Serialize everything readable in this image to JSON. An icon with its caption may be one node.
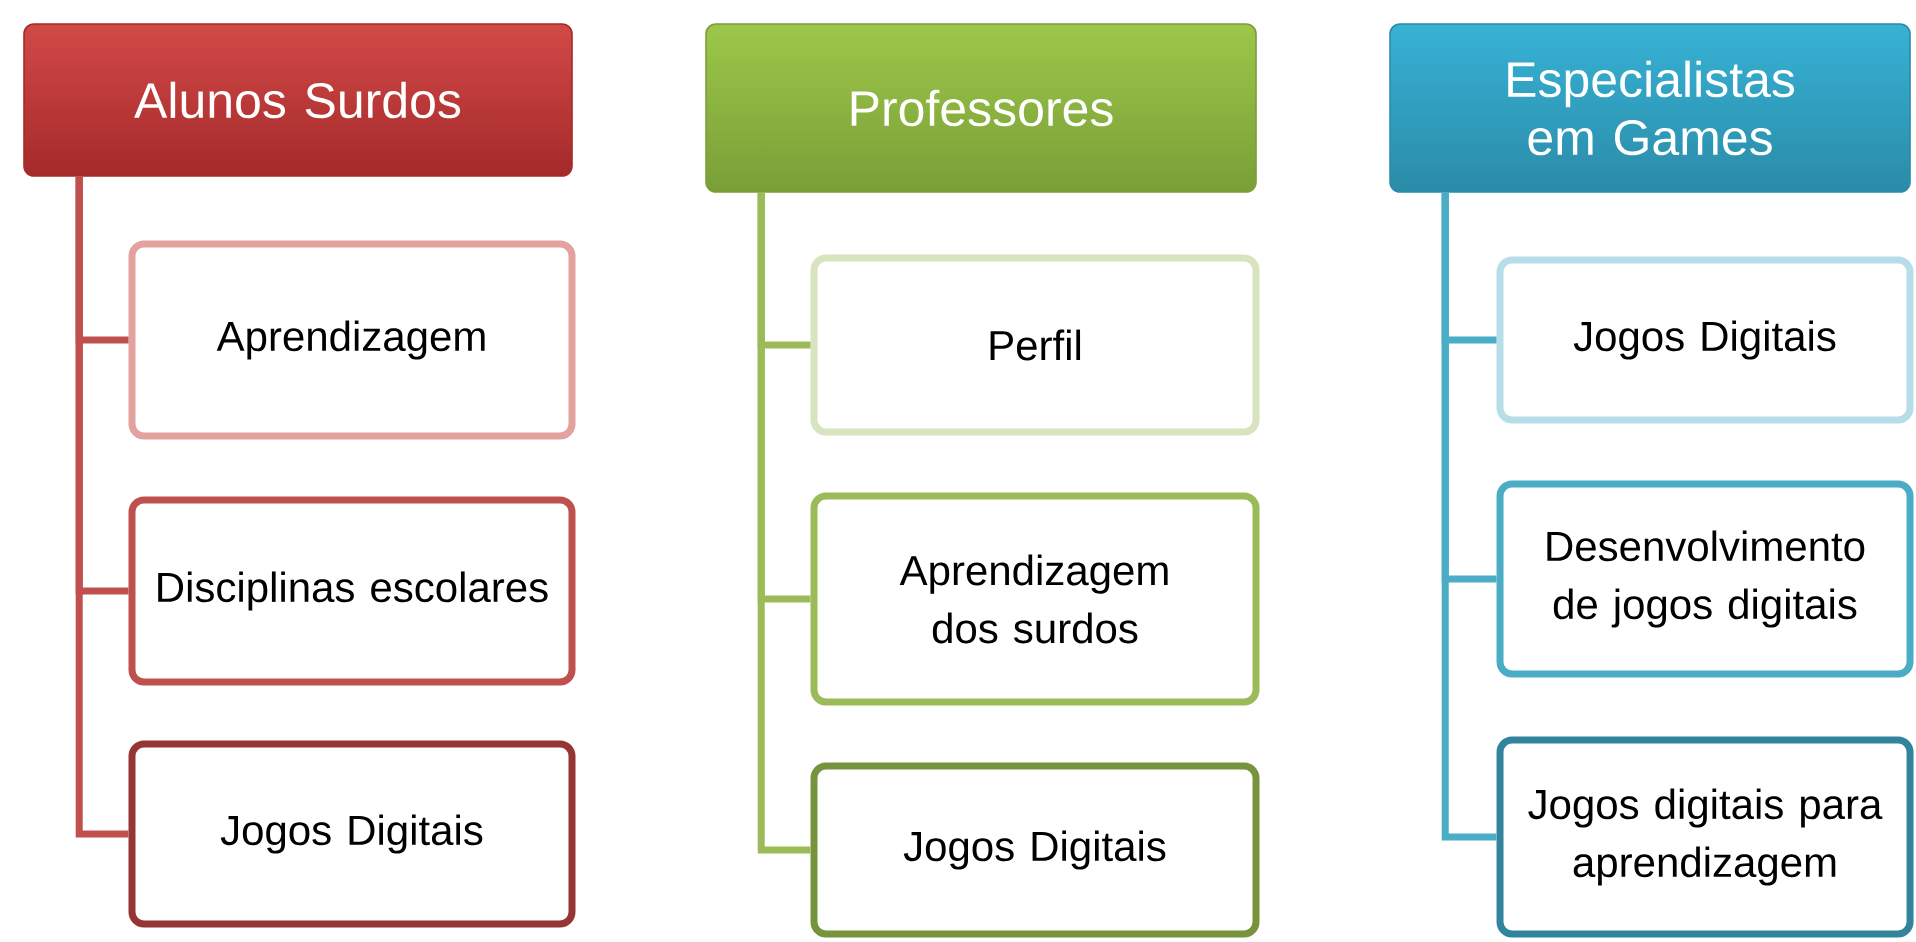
{
  "diagram": {
    "nodes": [
      {
        "text": [
          "Alunos Surdos"
        ]
      },
      {
        "text": [
          "Professores"
        ]
      },
      {
        "text": [
          "Especialistas em Games"
        ]
      },
      {
        "text": [
          "Aprendizagem"
        ]
      },
      {
        "text": [
          "Disciplinas escolares"
        ]
      },
      {
        "text": [
          "Jogos Digitais"
        ]
      },
      {
        "text": [
          "Perfil"
        ]
      },
      {
        "text": [
          "Aprendizagem dos surdos"
        ]
      },
      {
        "text": [
          "Jogos Digitais"
        ]
      },
      {
        "text": [
          "Jogos Digitais"
        ]
      },
      {
        "text": [
          "Desenvolvimento de jogos digitais"
        ]
      },
      {
        "text": [
          "Jogos digitais para aprendizagem"
        ]
      }
    ],
    "edges": [
      {
        "from": 0,
        "to": 3,
        "arrow": "none"
      },
      {
        "from": 0,
        "to": 4,
        "arrow": "none"
      },
      {
        "from": 0,
        "to": 5,
        "arrow": "none"
      },
      {
        "from": 1,
        "to": 6,
        "arrow": "none",
        "color": "#9bbb59"
      },
      {
        "from": 1,
        "to": 7,
        "arrow": "none",
        "color": "#9bbb59"
      },
      {
        "from": 1,
        "to": 8,
        "arrow": "none",
        "color": "#9bbb59"
      },
      {
        "from": 2,
        "to": 9,
        "arrow": "none",
        "color": "#4bacc6"
      },
      {
        "from": 2,
        "to": 10,
        "arrow": "none",
        "color": "#4bacc6"
      },
      {
        "from": 2,
        "to": 11,
        "arrow": "none",
        "color": "#4bacc6"
      }
    ]
  }
}
